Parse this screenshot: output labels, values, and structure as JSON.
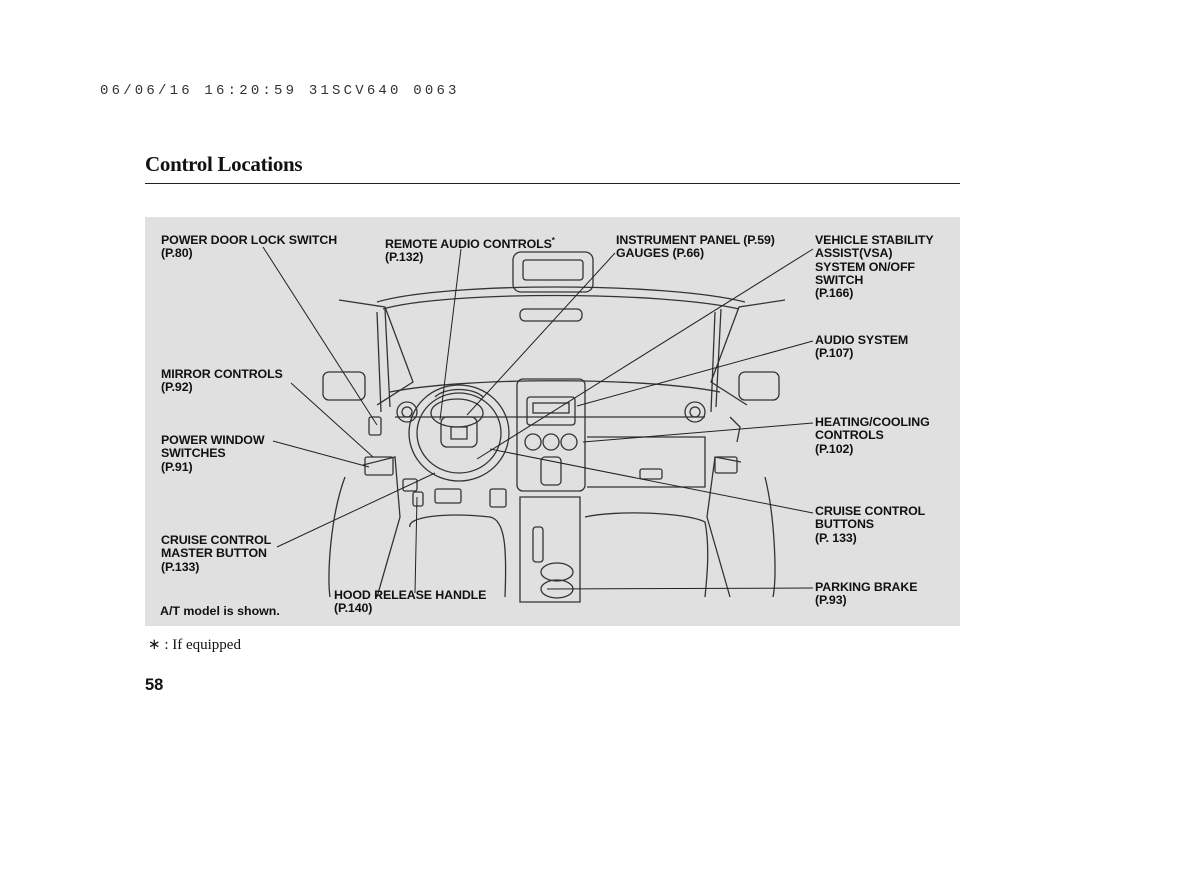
{
  "header": {
    "print_stamp": "06/06/16 16:20:59 31SCV640 0063",
    "title": "Control Locations"
  },
  "callouts": {
    "power_door_lock": {
      "name": "POWER DOOR LOCK SWITCH",
      "page": "(P.80)"
    },
    "remote_audio": {
      "name": "REMOTE AUDIO CONTROLS",
      "marker": "*",
      "page": "(P.132)"
    },
    "instrument_panel": {
      "line1": "INSTRUMENT PANEL (P.59)",
      "line2": "GAUGES (P.66)"
    },
    "vsa": {
      "line1": "VEHICLE STABILITY",
      "line2": "ASSIST(VSA)",
      "line3": "SYSTEM ON/OFF",
      "line4": "SWITCH",
      "page": "(P.166)"
    },
    "audio_system": {
      "name": "AUDIO SYSTEM",
      "page": "(P.107)"
    },
    "mirror_controls": {
      "name": "MIRROR CONTROLS",
      "page": "(P.92)"
    },
    "power_window": {
      "line1": "POWER WINDOW",
      "line2": "SWITCHES",
      "page": "(P.91)"
    },
    "heating_cooling": {
      "line1": "HEATING/COOLING",
      "line2": "CONTROLS",
      "page": "(P.102)"
    },
    "cruise_buttons": {
      "line1": "CRUISE CONTROL",
      "line2": "BUTTONS",
      "page": "(P. 133)"
    },
    "cruise_master": {
      "line1": "CRUISE CONTROL",
      "line2": "MASTER BUTTON",
      "page": "(P.133)"
    },
    "hood_release": {
      "name": "HOOD RELEASE HANDLE",
      "page": "(P.140)"
    },
    "parking_brake": {
      "name": "PARKING BRAKE",
      "page": "(P.93)"
    }
  },
  "model_note": "A/T model is shown.",
  "footnote": "∗ : If equipped",
  "page_number": "58",
  "colors": {
    "panel_bg": "#e0e0e0",
    "ink": "#111111"
  }
}
